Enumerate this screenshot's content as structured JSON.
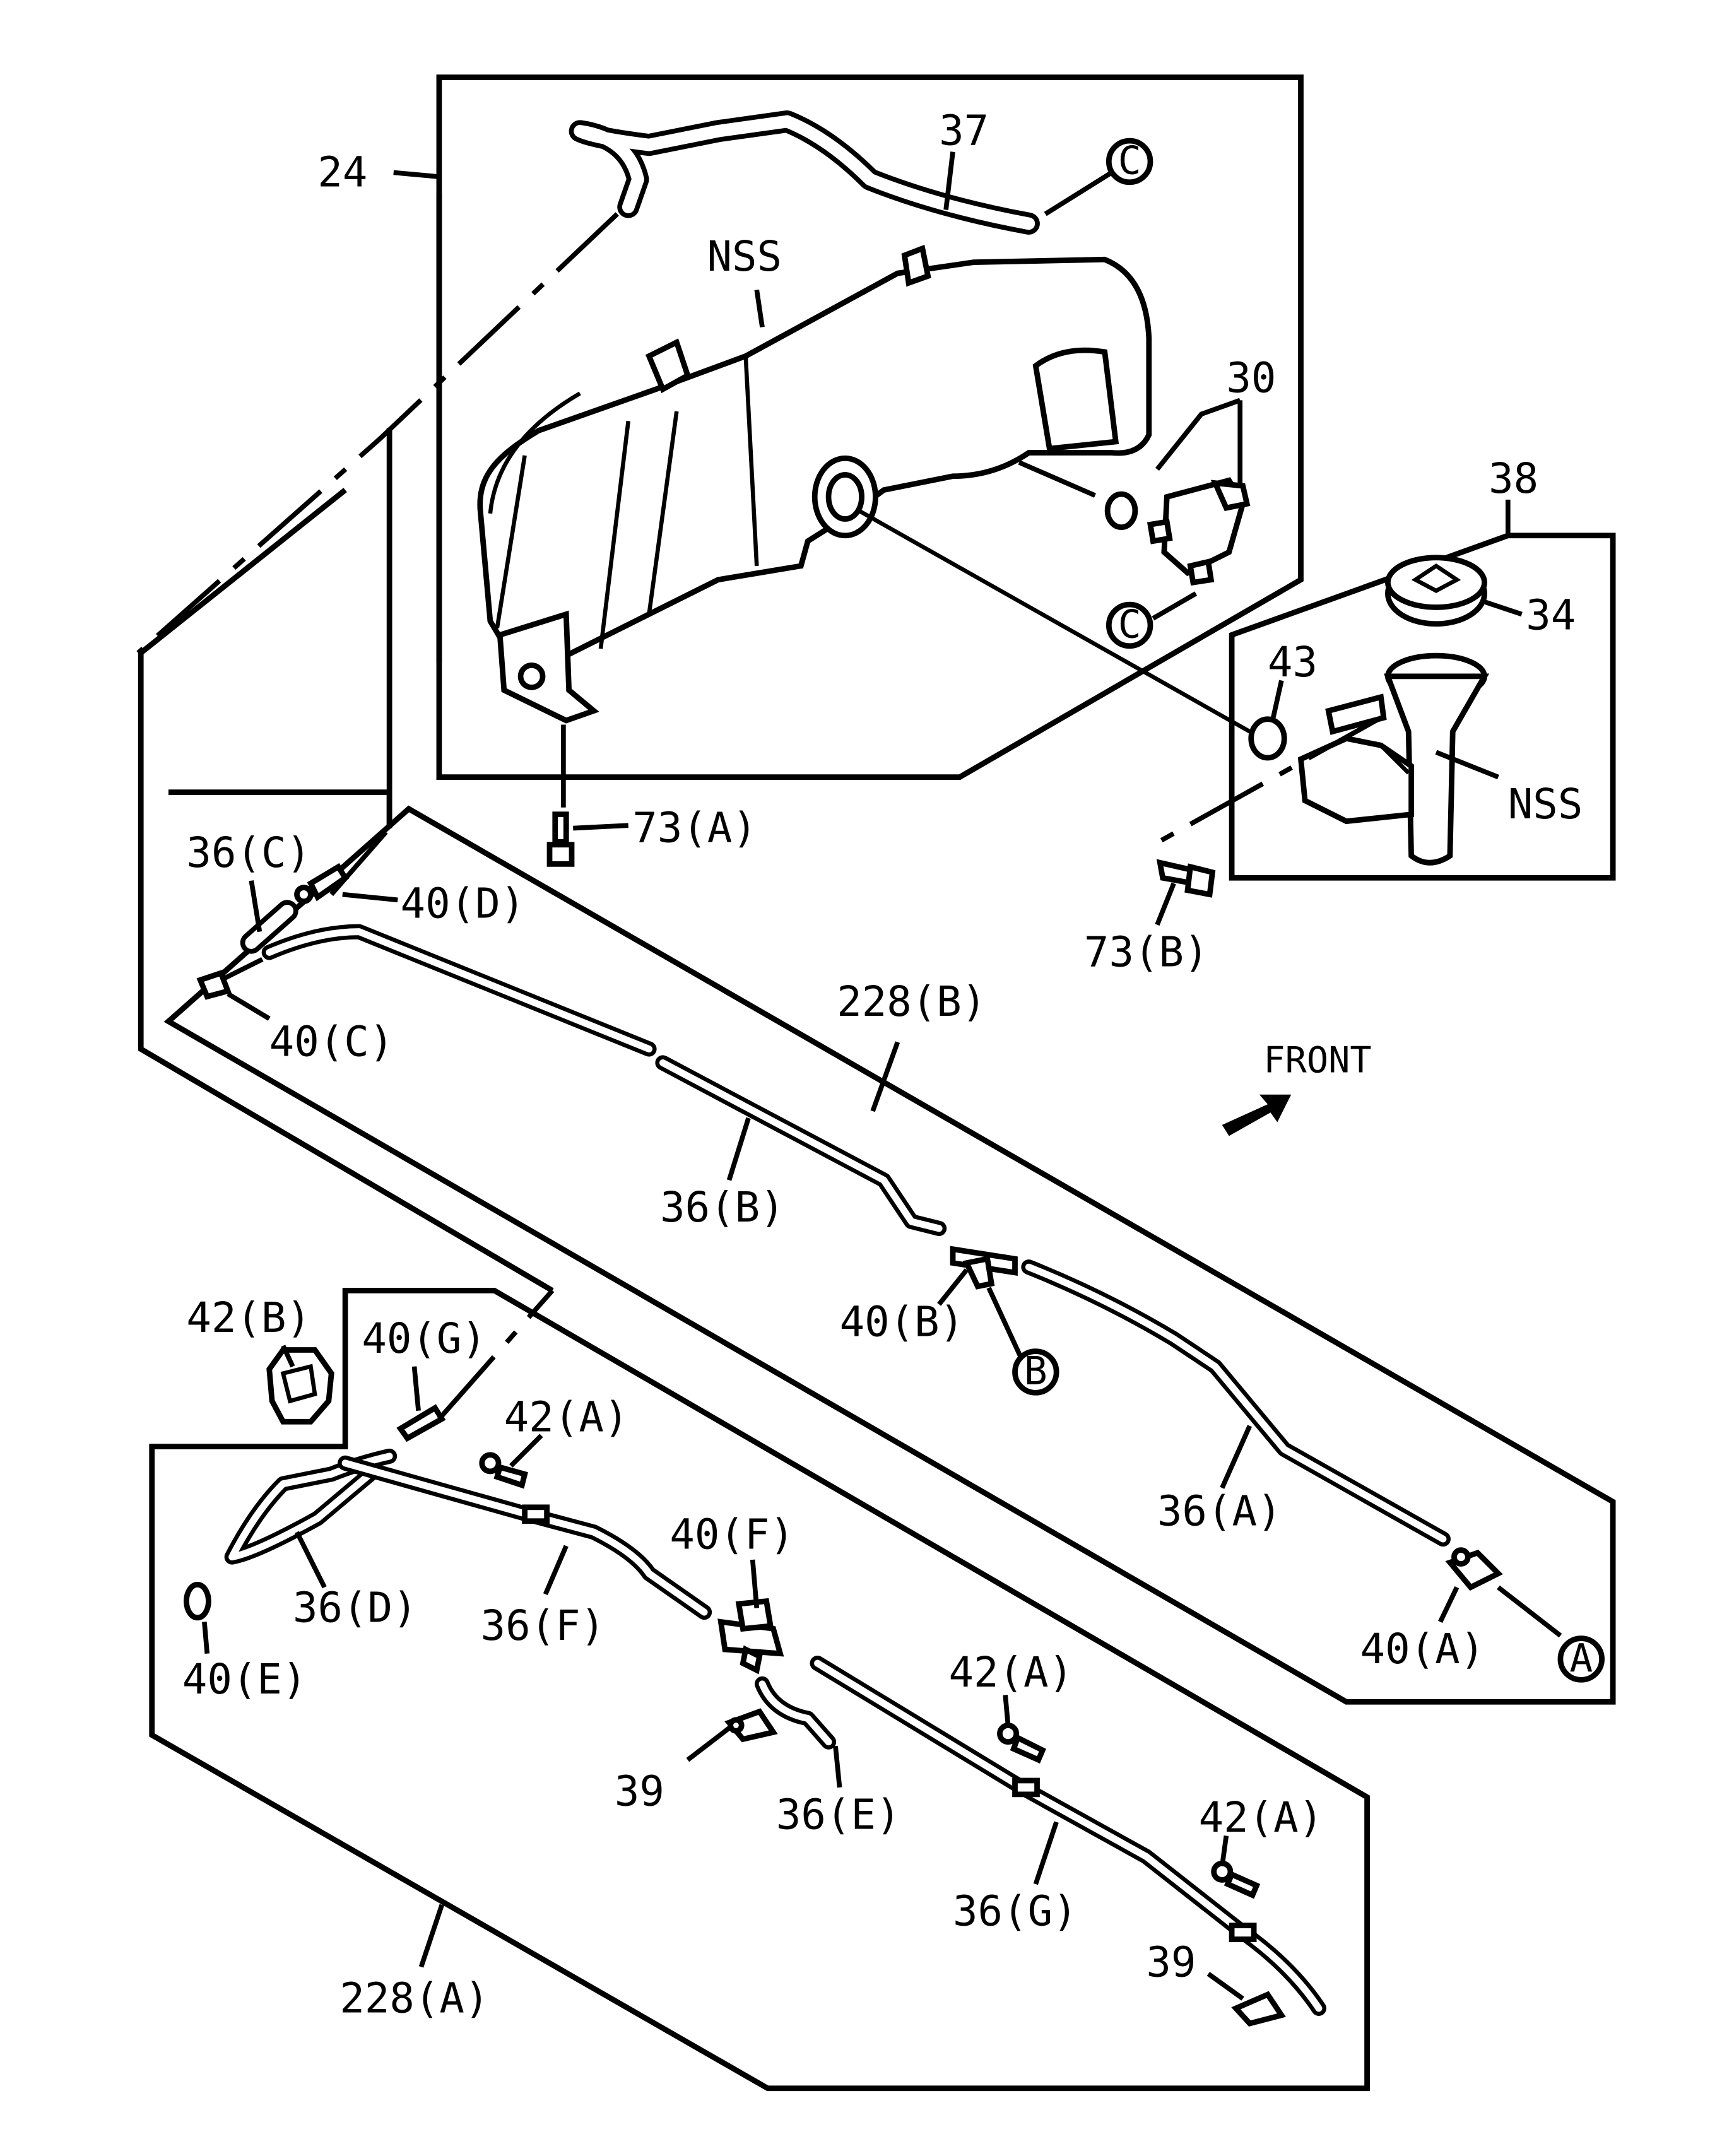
{
  "labels": {
    "p24": "24",
    "p37": "37",
    "nss_tank": "NSS",
    "p30": "30",
    "p38": "38",
    "p34": "34",
    "p43": "43",
    "nss_filler": "NSS",
    "p73a": "73(A)",
    "p73b": "73(B)",
    "p36c": "36(C)",
    "p40d": "40(D)",
    "p40c": "40(C)",
    "p228b": "228(B)",
    "front": "FRONT",
    "p36b": "36(B)",
    "p40b": "40(B)",
    "p42b": "42(B)",
    "p40g": "40(G)",
    "p42a_1": "42(A)",
    "p40f": "40(F)",
    "p36a": "36(A)",
    "p40a": "40(A)",
    "p36d": "36(D)",
    "p36f": "36(F)",
    "p40e": "40(E)",
    "p42a_2": "42(A)",
    "p39_1": "39",
    "p36e": "36(E)",
    "p42a_3": "42(A)",
    "p36g": "36(G)",
    "p39_2": "39",
    "p228a": "228(A)"
  },
  "refs": {
    "c_top": "C",
    "c_pump": "C",
    "b": "B",
    "a": "A"
  }
}
